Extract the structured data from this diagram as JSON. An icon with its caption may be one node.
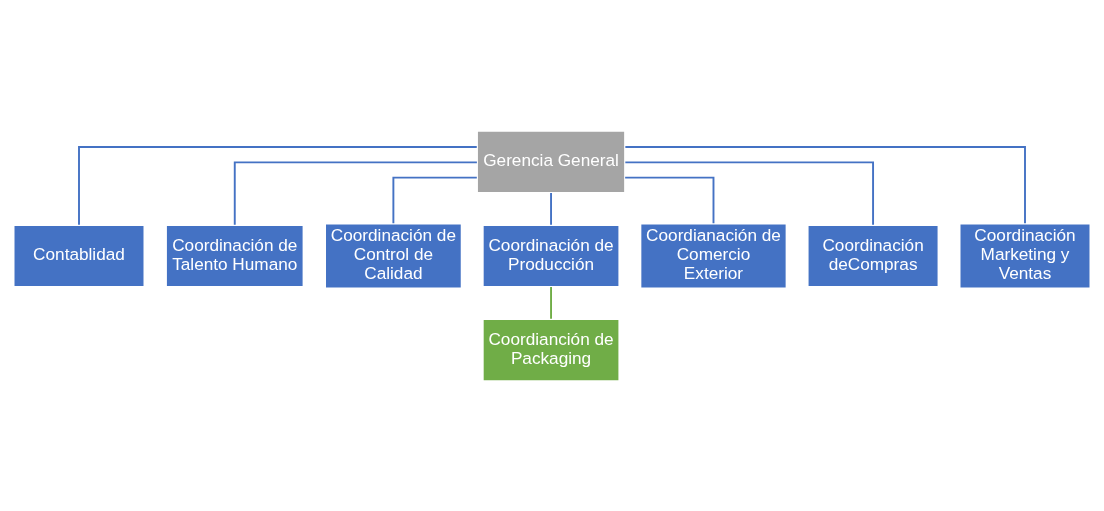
{
  "diagram": {
    "nodes": [
      {
        "text": [
          "Gerencia General"
        ]
      },
      {
        "text": [
          "Contablidad"
        ]
      },
      {
        "text": [
          "Coordinación de Talento Humano"
        ]
      },
      {
        "text": [
          "Coordinación de Control de Calidad"
        ]
      },
      {
        "text": [
          "Coordinación de Producción"
        ]
      },
      {
        "text": [
          "Coordianación de Comercio Exterior"
        ]
      },
      {
        "text": [
          "Coordinación deCompras"
        ]
      },
      {
        "text": [
          "Coordinación Marketing y Ventas"
        ]
      },
      {
        "text": [
          "Coordianción de Packaging"
        ]
      }
    ],
    "edges": [
      {
        "from": 0,
        "to": 1,
        "arrow": "none"
      },
      {
        "from": 0,
        "to": 2,
        "arrow": "none"
      },
      {
        "from": 0,
        "to": 3,
        "arrow": "none"
      },
      {
        "from": 0,
        "to": 4,
        "arrow": "none"
      },
      {
        "from": 0,
        "to": 5,
        "arrow": "none"
      },
      {
        "from": 0,
        "to": 6,
        "arrow": "none"
      },
      {
        "from": 0,
        "to": 7,
        "arrow": "none"
      },
      {
        "from": 4,
        "to": 8,
        "arrow": "none",
        "color": "#70ad47"
      }
    ]
  }
}
